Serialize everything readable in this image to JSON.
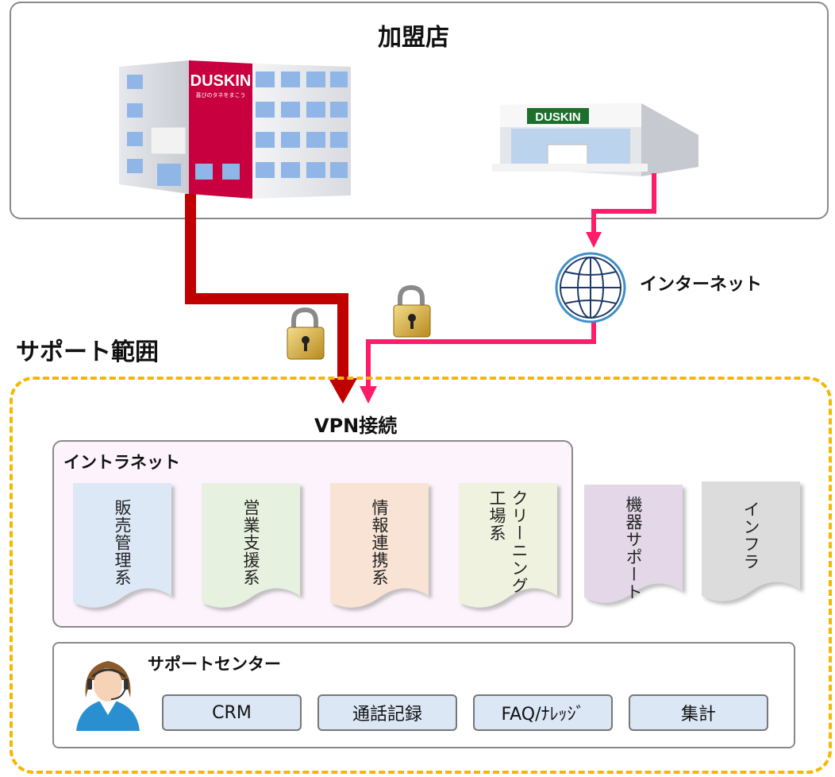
{
  "franchise": {
    "title": "加盟店",
    "building_sign": "DUSKIN",
    "building_slogan": "喜びのタネをまこう",
    "shop_sign": "DUSKIN"
  },
  "support_scope": {
    "title": "サポート範囲"
  },
  "network": {
    "internet_label": "インターネット",
    "vpn_label": "VPN接続"
  },
  "intranet": {
    "title": "イントラネット",
    "systems": [
      {
        "label": "販売管理系",
        "color": "#dde8f6"
      },
      {
        "label": "営業支援系",
        "color": "#e6f2df"
      },
      {
        "label": "情報連携系",
        "color": "#f8e3d4"
      },
      {
        "label": "クリーニング工場系",
        "color": "#eef2de"
      }
    ]
  },
  "other_systems": [
    {
      "label": "機器サポート",
      "color": "#e3d7e8"
    },
    {
      "label": "インフラ",
      "color": "#dcdcdc"
    }
  ],
  "support_center": {
    "title": "サポートセンター",
    "functions": [
      "CRM",
      "通話記録",
      "FAQ/ﾅﾚｯｼﾞ",
      "集計"
    ]
  },
  "colors": {
    "vpn_line": "#c00000",
    "internet_line": "#ff1c6a",
    "support_border": "#f5b800",
    "box_border": "#8a8a8a"
  }
}
